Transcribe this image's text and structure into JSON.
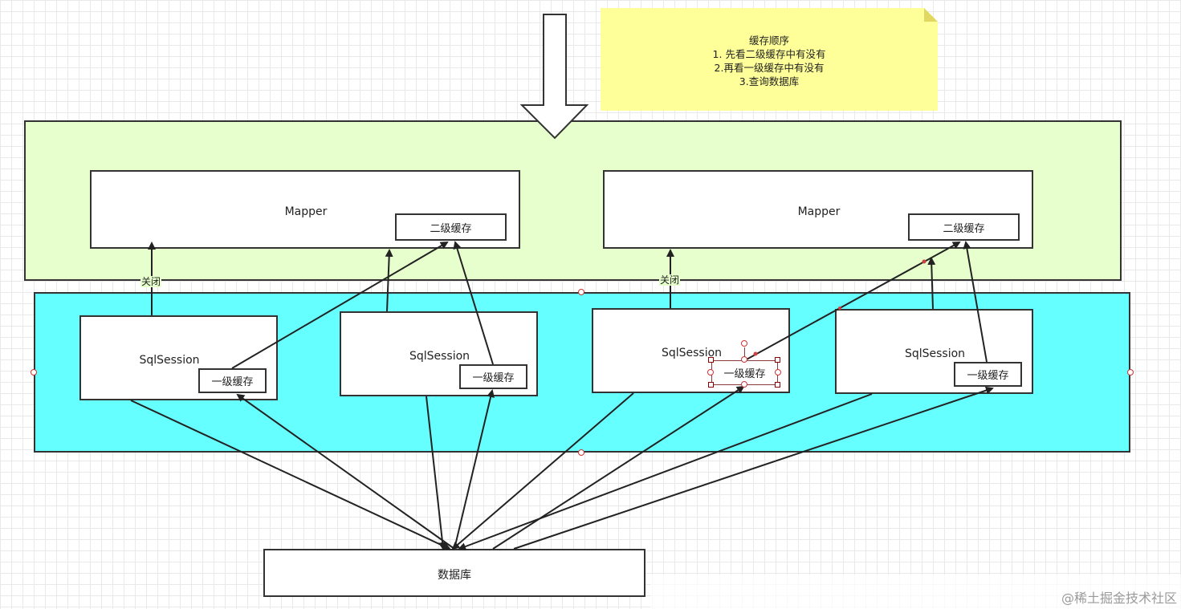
{
  "note": {
    "title": "缓存顺序",
    "lines": [
      "1. 先看二级缓存中有没有",
      "2.再看一级缓存中有没有",
      "3.查询数据库"
    ]
  },
  "mappers": [
    {
      "label": "Mapper",
      "cache": "二级缓存"
    },
    {
      "label": "Mapper",
      "cache": "二级缓存"
    }
  ],
  "close_labels": [
    "关闭",
    "关闭"
  ],
  "sessions": [
    {
      "label": "SqlSession",
      "cache": "一级缓存"
    },
    {
      "label": "SqlSession",
      "cache": "一级缓存"
    },
    {
      "label": "SqlSession",
      "cache": "一级缓存"
    },
    {
      "label": "SqlSession",
      "cache": "一级缓存"
    }
  ],
  "database": {
    "label": "数据库"
  },
  "watermark": "@稀土掘金技术社区",
  "colors": {
    "mapper_zone": "#e6ffcc",
    "session_zone": "#66ffff",
    "note": "#ffff99",
    "stroke": "#333333"
  }
}
